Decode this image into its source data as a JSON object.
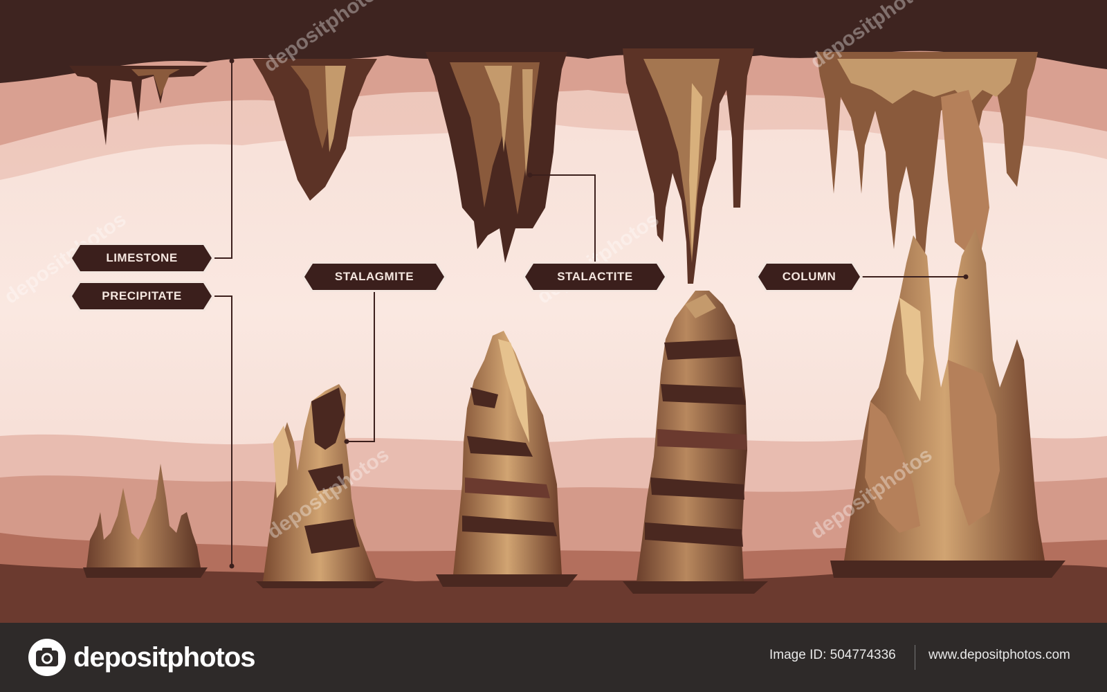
{
  "labels": {
    "limestone": "LIMESTONE",
    "precipitate": "PRECIPITATE",
    "stalagmite": "STALAGMITE",
    "stalactite": "STALACTITE",
    "column": "COLUMN"
  },
  "footer": {
    "brand": "depositphotos",
    "image_id": "Image ID: 504774336",
    "website": "www.depositphotos.com"
  },
  "watermark": "depositphotos",
  "colors": {
    "ceiling": "#3e2420",
    "band_dark": "#c98878",
    "band_mid": "#e6b4a6",
    "band_light": "#f4d7cf",
    "center": "#f9e4dc",
    "floor_far": "#d49a8a",
    "floor_near": "#b36f5d",
    "ground": "#6b3a2f",
    "label_bg": "#3b1f1c",
    "rock_light": "#c49a6c",
    "rock_mid": "#8a5a3c",
    "rock_dark": "#4a2820"
  }
}
